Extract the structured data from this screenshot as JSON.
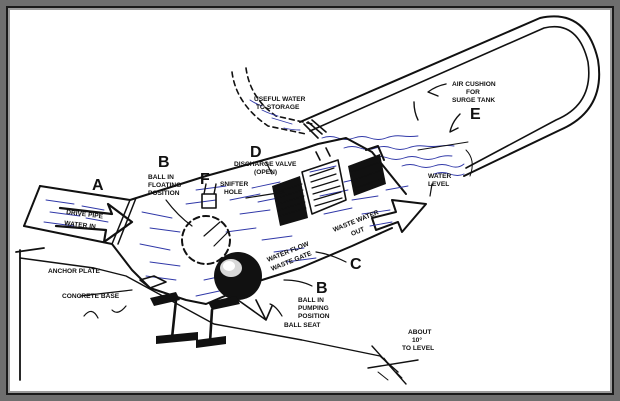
{
  "letters": {
    "a": "A",
    "b1": "B",
    "b2": "B",
    "c": "C",
    "d": "D",
    "e": "E",
    "f": "F"
  },
  "labels": {
    "drive_pipe": "DRIVE PIPE",
    "water_in": "WATER IN",
    "ball_floating_1": "BALL IN",
    "ball_floating_2": "FLOATING",
    "ball_floating_3": "POSITION",
    "snifter_1": "SNIFTER",
    "snifter_2": "HOLE",
    "discharge_1": "DISCHARGE VALVE",
    "discharge_2": "(OPEN)",
    "useful_1": "USEFUL WATER",
    "useful_2": "TO STORAGE",
    "air_1": "AIR CUSHION",
    "air_2": "FOR",
    "air_3": "SURGE TANK",
    "water_level_1": "WATER",
    "water_level_2": "LEVEL",
    "waste_water_1": "WASTE WATER",
    "waste_water_2": "OUT",
    "water_flow_1": "WATER FLOW",
    "water_flow_2": "WASTE GATE",
    "anchor_plate": "ANCHOR PLATE",
    "concrete_base": "CONCRETE BASE",
    "ball_pumping_1": "BALL IN",
    "ball_pumping_2": "PUMPING",
    "ball_pumping_3": "POSITION",
    "ball_seat": "BALL SEAT",
    "about_1": "ABOUT",
    "about_2": "10°",
    "about_3": "TO LEVEL"
  },
  "colors": {
    "frame": "#6e6e6e",
    "ink": "#111111",
    "flow": "#3038a8"
  }
}
